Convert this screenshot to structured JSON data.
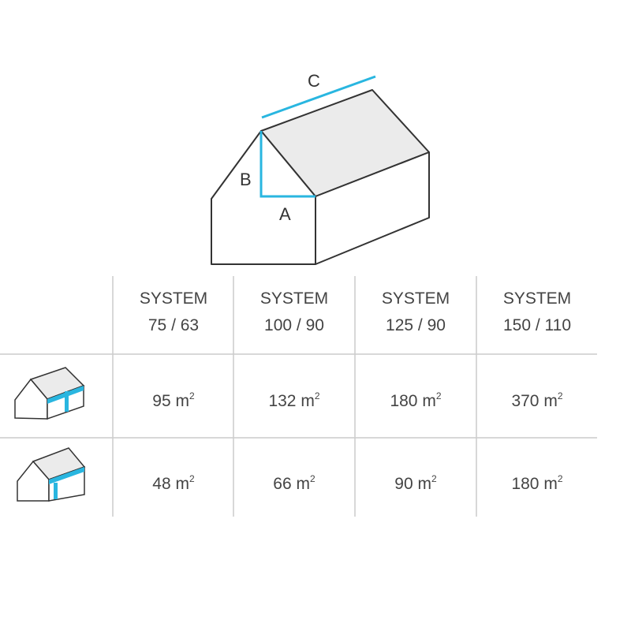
{
  "labels": {
    "a": "A",
    "b": "B",
    "c": "C"
  },
  "unit": "m",
  "unit_exp": "2",
  "columns": [
    {
      "line1": "SYSTEM",
      "line2": "75 / 63"
    },
    {
      "line1": "SYSTEM",
      "line2": "100 / 90"
    },
    {
      "line1": "SYSTEM",
      "line2": "125 / 90"
    },
    {
      "line1": "SYSTEM",
      "line2": "150 / 110"
    }
  ],
  "rows": [
    {
      "icon": "house-wall-near-back-icon",
      "values": [
        "95",
        "132",
        "180",
        "370"
      ]
    },
    {
      "icon": "house-wall-near-front-icon",
      "values": [
        "48",
        "66",
        "90",
        "180"
      ]
    }
  ],
  "colors": {
    "accent": "#29b6e0",
    "roof": "#ebebeb",
    "line": "#333333",
    "grid": "#cccccc"
  }
}
